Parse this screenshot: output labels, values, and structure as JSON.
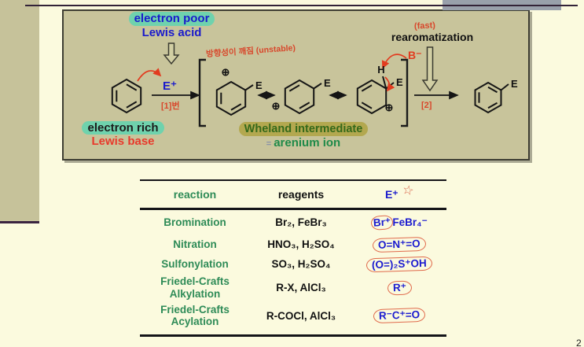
{
  "slide": {
    "page_number": "2",
    "colors": {
      "accent_blue": "#1a1acc",
      "accent_green": "#2e8b57",
      "accent_red": "#e23b1f",
      "highlight_mint": "#6fd2ad",
      "highlight_olive": "#b3a84f",
      "panel_khaki": "#c8c49b",
      "page_cream": "#fbfade"
    }
  },
  "diagram": {
    "electron_poor": "electron poor",
    "lewis_acid": "Lewis acid",
    "electron_rich": "electron rich",
    "lewis_base": "Lewis base",
    "fast_note": "(fast)",
    "rearomatization": "rearomatization",
    "unstable_note": "방향성이 깨짐 (unstable)",
    "step1_note": "[1]번",
    "step2_note": "[2]",
    "wheland": "Wheland intermediate",
    "equals_sign": "=",
    "arenium": "arenium ion",
    "e_plus": "E⁺",
    "b_minus": "B⁻",
    "e_label": "E",
    "h_label": "H",
    "plus_circle": "⊕"
  },
  "table": {
    "headers": {
      "reaction": "reaction",
      "reagents": "reagents",
      "electrophile": "E⁺",
      "star": "☆"
    },
    "rows": [
      {
        "reaction": "Bromination",
        "reagents": "Br₂, FeBr₃",
        "e_circled": "Br⁺",
        "e_rest": "FeBr₄⁻"
      },
      {
        "reaction": "Nitration",
        "reagents": "HNO₃, H₂SO₄",
        "e_circled": "O=N⁺=O",
        "e_rest": ""
      },
      {
        "reaction": "Sulfonylation",
        "reagents": "SO₃, H₂SO₄",
        "e_circled": "(O=)₂S⁺OH",
        "e_rest": ""
      },
      {
        "reaction": "Friedel-Crafts Alkylation",
        "reagents": "R-X, AlCl₃",
        "e_circled": "R⁺",
        "e_rest": ""
      },
      {
        "reaction": "Friedel-Crafts Acylation",
        "reagents": "R-COCl, AlCl₃",
        "e_circled": "R⁻C⁺=O",
        "e_rest": ""
      }
    ]
  }
}
